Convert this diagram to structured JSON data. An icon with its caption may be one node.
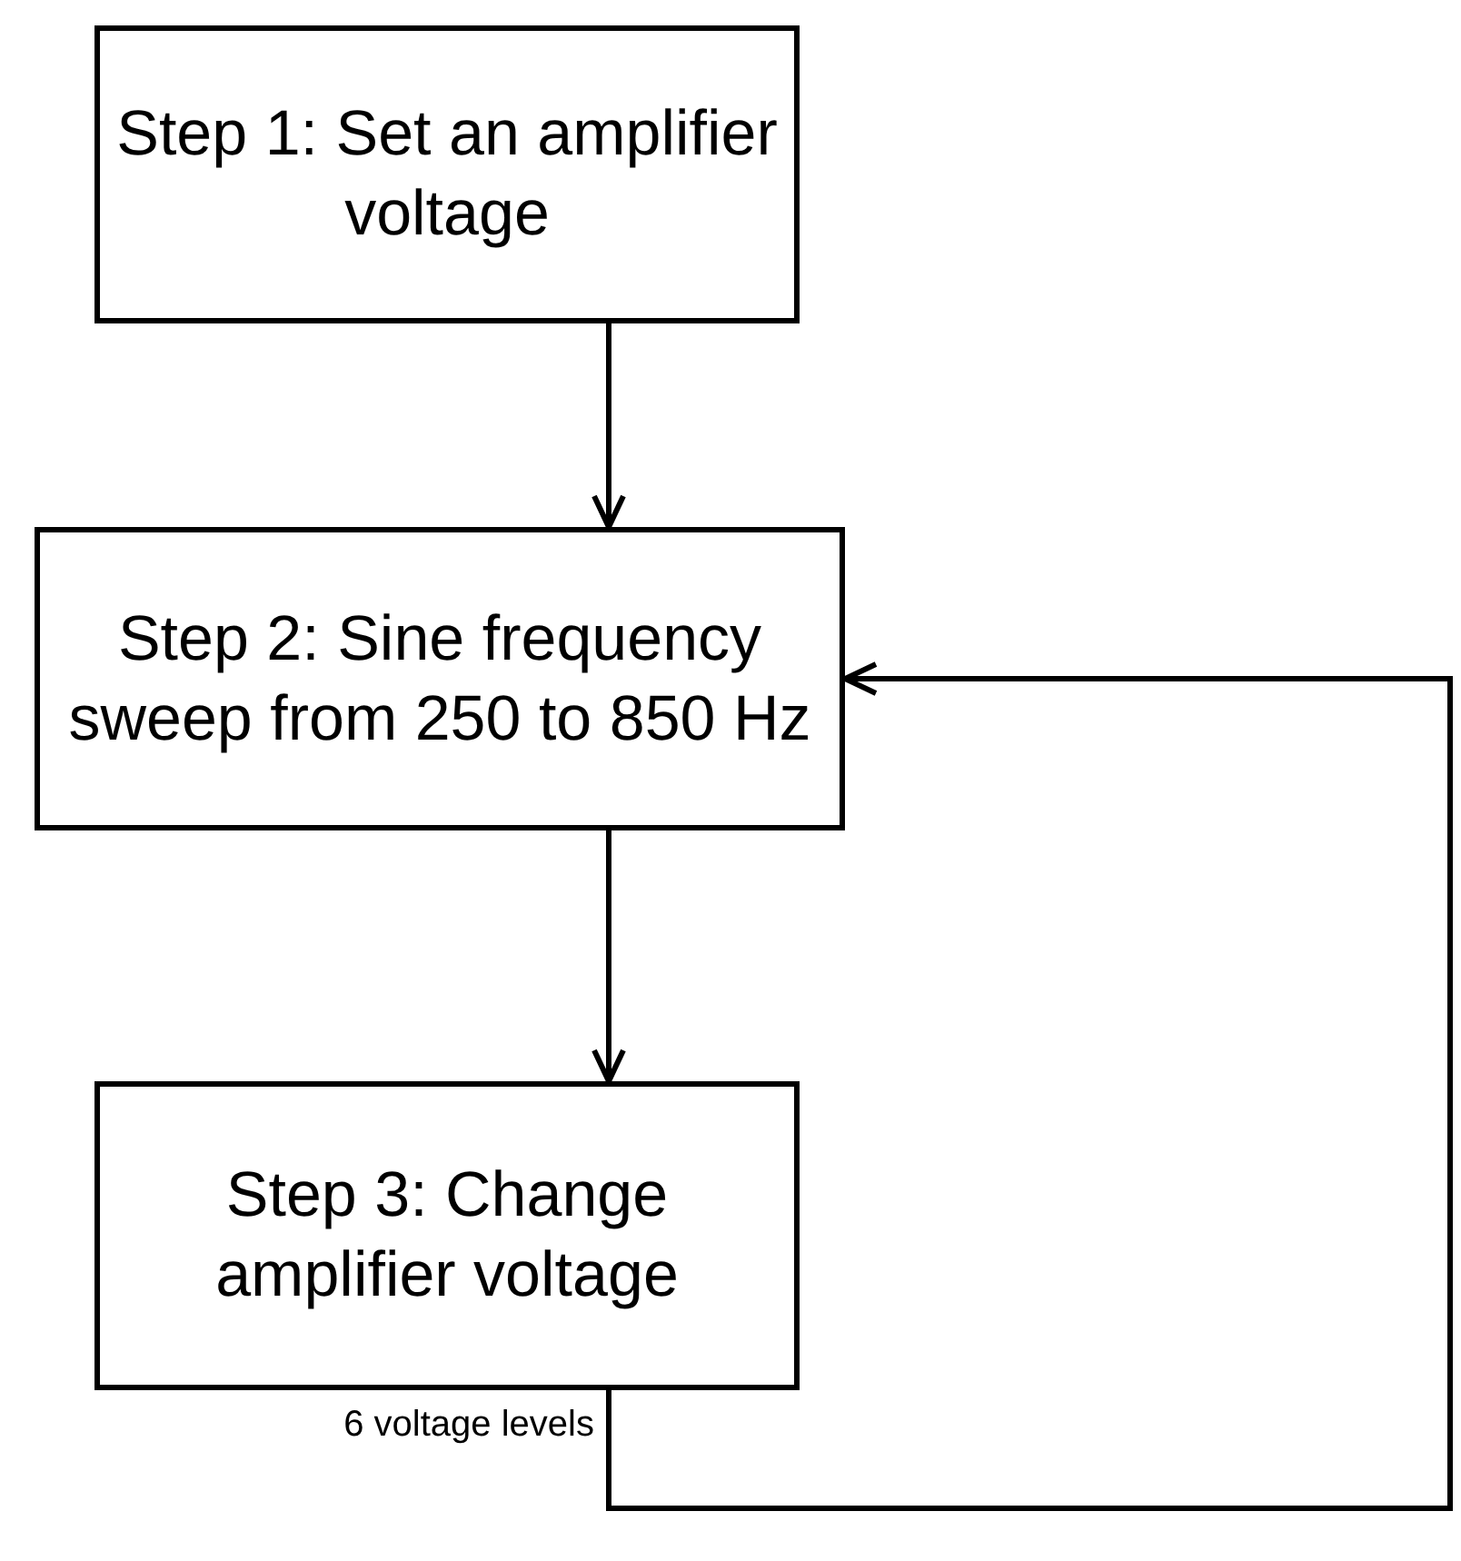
{
  "diagram": {
    "nodes": [
      {
        "text": [
          "Step 1: Set an amplifier voltage"
        ]
      },
      {
        "text": [
          "Step 2: Sine frequency sweep from 250 to 850 Hz"
        ]
      },
      {
        "text": [
          "Step 3: Change amplifier voltage"
        ]
      }
    ],
    "edges": [
      {
        "from": 0,
        "to": 1,
        "arrow": "to"
      },
      {
        "from": 1,
        "to": 2,
        "arrow": "to"
      },
      {
        "from": 2,
        "to": 1,
        "arrow": "to",
        "label": "6 voltage levels"
      }
    ]
  }
}
